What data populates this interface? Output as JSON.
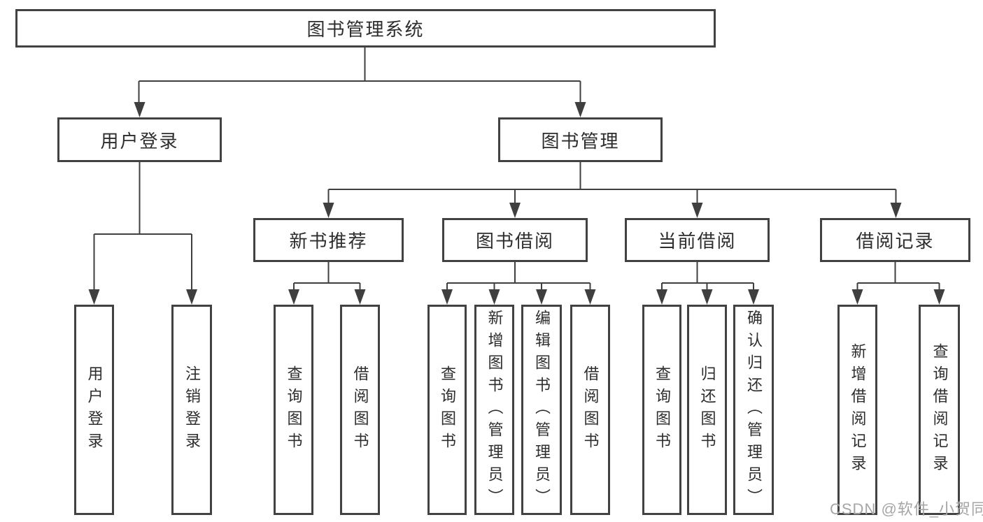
{
  "diagram": {
    "root": {
      "label": "图书管理系统"
    },
    "branches": [
      {
        "label": "用户登录",
        "children": [
          {
            "label": "用户登录"
          },
          {
            "label": "注销登录"
          }
        ]
      },
      {
        "label": "图书管理",
        "children": [
          {
            "label": "新书推荐",
            "children": [
              {
                "label": "查询图书"
              },
              {
                "label": "借阅图书"
              }
            ]
          },
          {
            "label": "图书借阅",
            "children": [
              {
                "label": "查询图书"
              },
              {
                "label": "新增图书（管理员）"
              },
              {
                "label": "编辑图书（管理员）"
              },
              {
                "label": "借阅图书"
              }
            ]
          },
          {
            "label": "当前借阅",
            "children": [
              {
                "label": "查询图书"
              },
              {
                "label": "归还图书"
              },
              {
                "label": "确认归还（管理员）"
              }
            ]
          },
          {
            "label": "借阅记录",
            "children": [
              {
                "label": "新增借阅记录"
              },
              {
                "label": "查询借阅记录"
              }
            ]
          }
        ]
      }
    ]
  },
  "watermark": {
    "text": "CSDN @软件_小贺同学"
  },
  "colors": {
    "line": "#3f3f3f",
    "box_border": "#424242",
    "text": "#2d2d2d",
    "watermark": "#a6a6a6",
    "background": "#ffffff"
  }
}
